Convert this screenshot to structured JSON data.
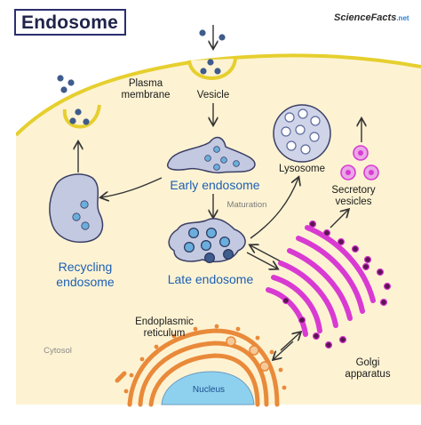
{
  "title": "Endosome",
  "logo": {
    "text": "ScienceFacts",
    "suffix": ".net"
  },
  "labels": {
    "plasma_membrane": [
      "Plasma",
      "membrane"
    ],
    "vesicle": "Vesicle",
    "early_endosome": "Early endosome",
    "maturation": "Maturation",
    "late_endosome": "Late endosome",
    "recycling_endosome": [
      "Recycling",
      "endosome"
    ],
    "lysosome": "Lysosome",
    "secretory_vesicles": [
      "Secretory",
      "vesicles"
    ],
    "endoplasmic_reticulum": [
      "Endoplasmic",
      "reticulum"
    ],
    "golgi_apparatus": [
      "Golgi",
      "apparatus"
    ],
    "cytosol": "Cytosol",
    "nucleus": "Nucleus"
  },
  "colors": {
    "membrane": "#e6cf2e",
    "cytoplasm": "#fdf3d3",
    "endosome_fill": "#c3c9e0",
    "endosome_stroke": "#3c3f66",
    "particle": "#3e5c8c",
    "particle_blue": "#6aaedc",
    "label_blue": "#1d5fb4",
    "golgi": "#d93ad2",
    "golgi_dot": "#5b1552",
    "er": "#e98a3a",
    "nucleus": "#8ed1ef"
  }
}
